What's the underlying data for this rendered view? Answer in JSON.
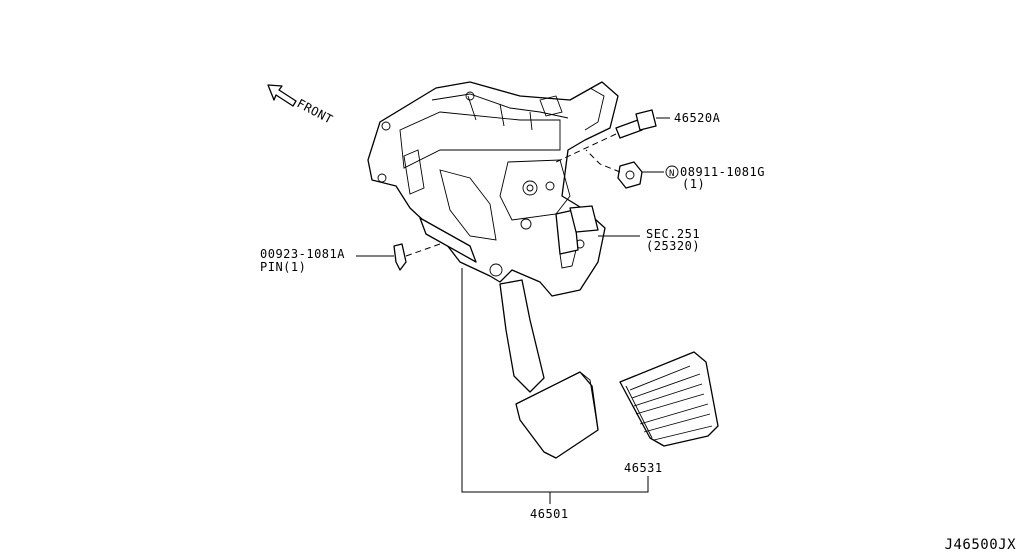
{
  "diagram": {
    "front_label": "FRONT",
    "callouts": {
      "bolt": "46520A",
      "nut_code": "08911-1081G",
      "nut_qty": "(1)",
      "nut_symbol": "N",
      "pin_code": "00923-1081A",
      "pin_label": "PIN(1)",
      "sec_ref": "SEC.251",
      "sec_part": "(25320)",
      "pedal_pad": "46531",
      "pedal_assy": "46501"
    },
    "diagram_id": "J46500JX"
  }
}
